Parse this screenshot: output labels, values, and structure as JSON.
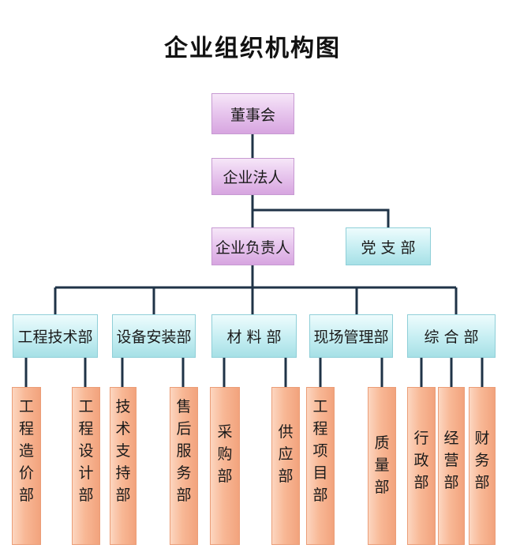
{
  "title": "企业组织机构图",
  "nodes": {
    "board": "董事会",
    "legal_person": "企业法人",
    "responsible_person": "企业负责人",
    "party_branch": "党 支 部"
  },
  "departments": [
    {
      "label": "工程技术部",
      "subs": [
        "工程造价部",
        "工程设计部"
      ]
    },
    {
      "label": "设备安装部",
      "subs": [
        "技术支持部",
        "售后服务部"
      ]
    },
    {
      "label": "材 料 部",
      "subs": [
        "采购部",
        "供应部"
      ]
    },
    {
      "label": "现场管理部",
      "subs": [
        "工程项目部",
        "质量部"
      ]
    },
    {
      "label": "综 合 部",
      "subs": [
        "行政部",
        "经营部",
        "财务部"
      ]
    }
  ]
}
